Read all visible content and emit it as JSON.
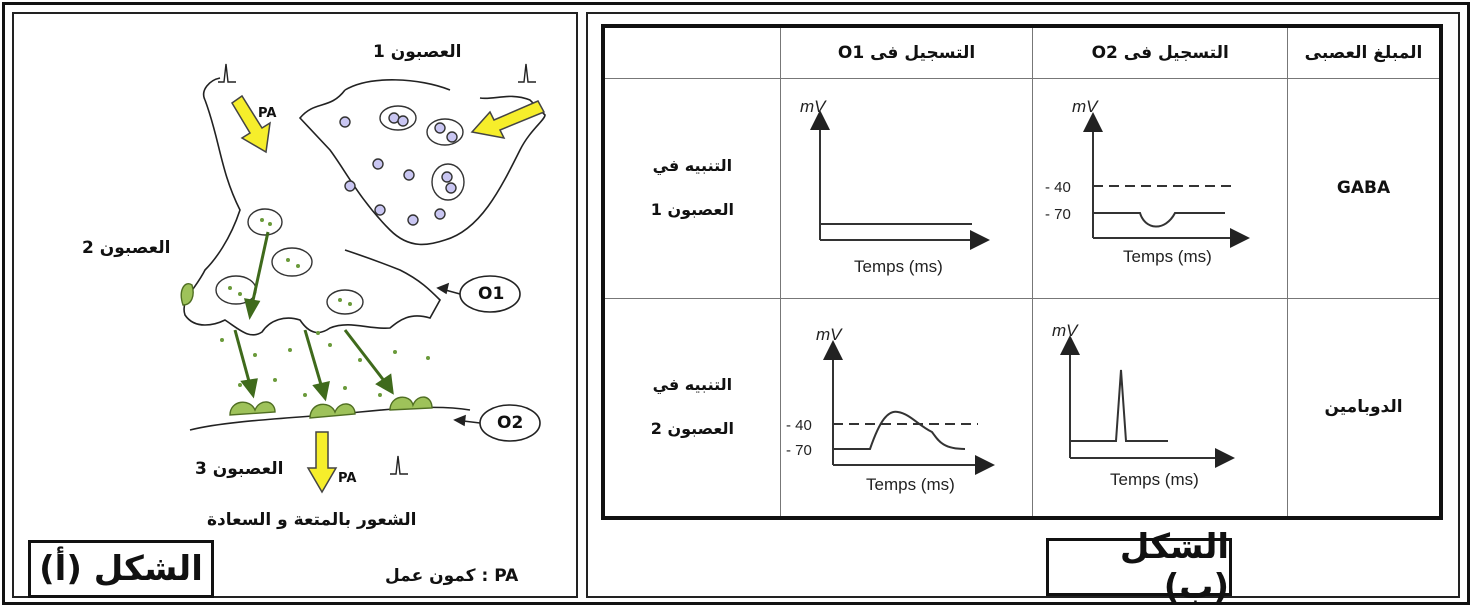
{
  "figure_a": {
    "neuron1": "العصبون 1",
    "neuron2": "العصبون 2",
    "neuron3": "العصبون 3",
    "pa_arrow_label_top": "PA",
    "pa_arrow_label_bottom": "PA",
    "electrode_o1": "O1",
    "electrode_o2": "O2",
    "pleasure_text": "الشعور بالمتعة و السعادة",
    "legend_text": "PA : كمون عمل",
    "title": "الشكل (أ)"
  },
  "figure_b": {
    "title": "الشكل (ب)",
    "table": {
      "headers": [
        "التسجيل فى  O1",
        "التسجيل فى  O2",
        "المبلغ العصبى"
      ],
      "rows": [
        {
          "stimulus_line1": "التنبيه في",
          "stimulus_line2": "العصبون 1",
          "transmitter": "GABA"
        },
        {
          "stimulus_line1": "التنبيه في",
          "stimulus_line2": "العصبون 2",
          "transmitter": "الدوبامين"
        }
      ]
    },
    "graph_labels": {
      "y_unit": "mV",
      "x_label": "Temps (ms)",
      "level_minus40": "- 40",
      "level_minus70": "- 70"
    }
  }
}
